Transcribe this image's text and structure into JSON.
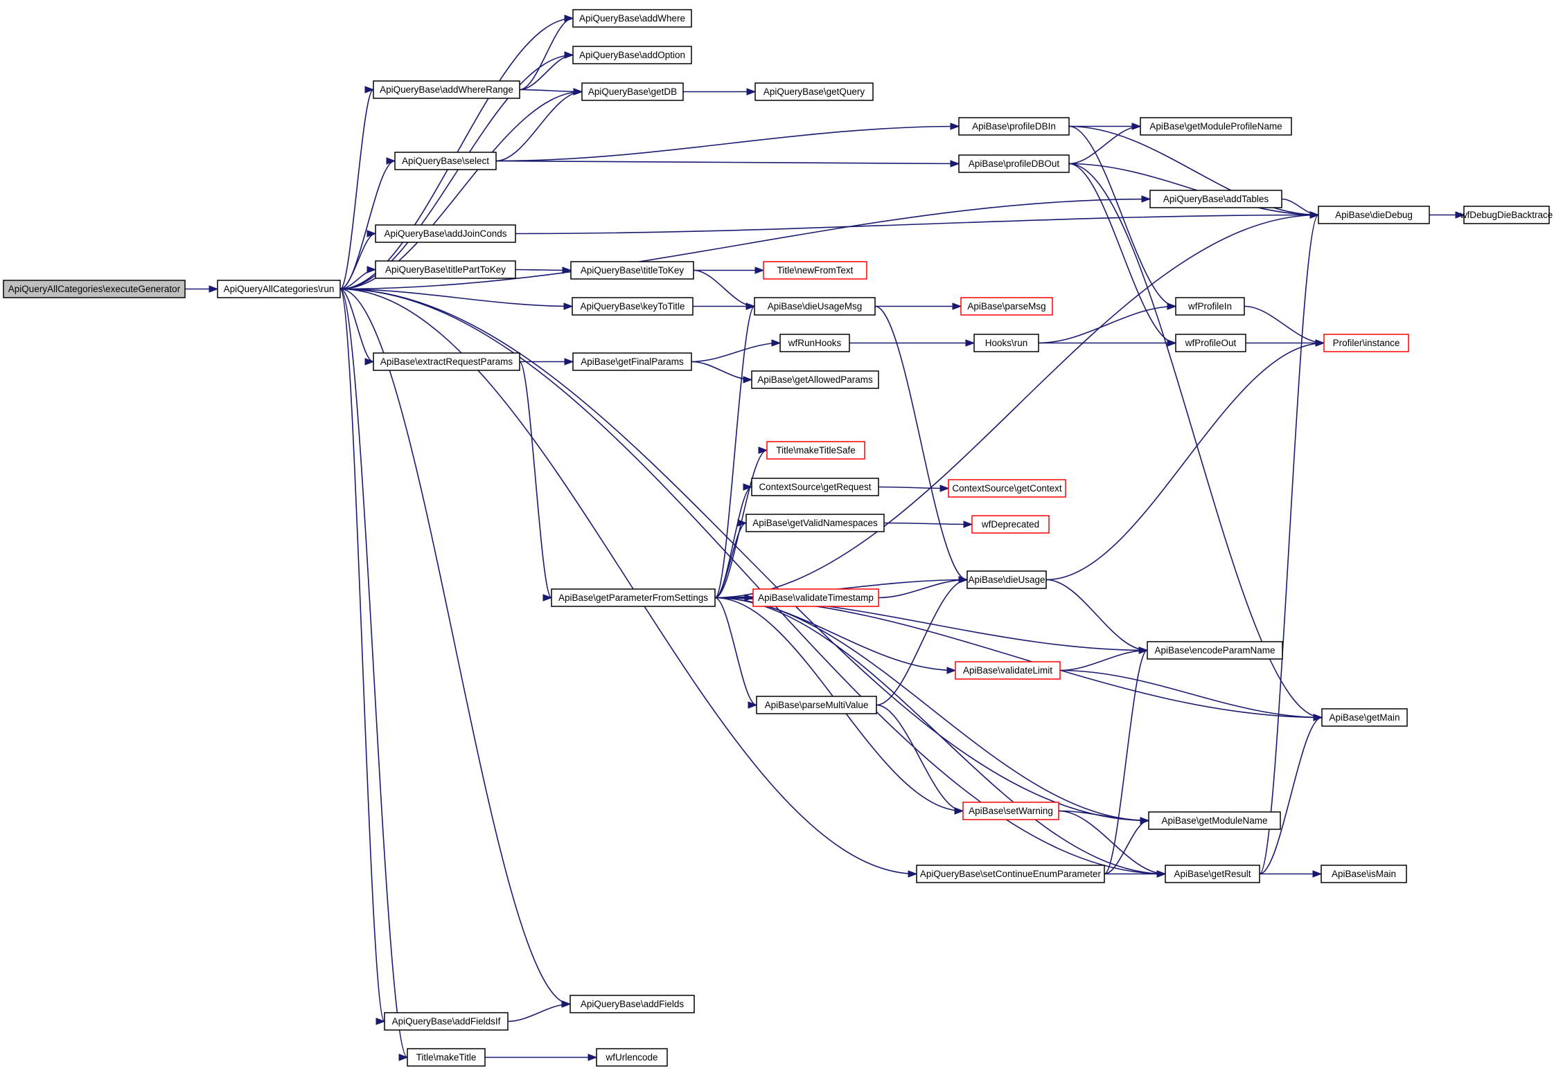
{
  "colors": {
    "edge": "#191970",
    "root_fill": "#bfbfbf",
    "linked_border": "#ff0000",
    "normal_border": "#000000"
  },
  "nodes": {
    "executeGenerator": {
      "label": "ApiQueryAllCategories\\executeGenerator",
      "kind": "root"
    },
    "run": {
      "label": "ApiQueryAllCategories\\run",
      "kind": "normal"
    },
    "addWhere": {
      "label": "ApiQueryBase\\addWhere",
      "kind": "normal"
    },
    "addOption": {
      "label": "ApiQueryBase\\addOption",
      "kind": "normal"
    },
    "addWhereRange": {
      "label": "ApiQueryBase\\addWhereRange",
      "kind": "normal"
    },
    "getDB": {
      "label": "ApiQueryBase\\getDB",
      "kind": "normal"
    },
    "getQuery": {
      "label": "ApiQueryBase\\getQuery",
      "kind": "normal"
    },
    "select": {
      "label": "ApiQueryBase\\select",
      "kind": "normal"
    },
    "profileDBIn": {
      "label": "ApiBase\\profileDBIn",
      "kind": "normal"
    },
    "getModuleProfileName": {
      "label": "ApiBase\\getModuleProfileName",
      "kind": "normal"
    },
    "profileDBOut": {
      "label": "ApiBase\\profileDBOut",
      "kind": "normal"
    },
    "addTables": {
      "label": "ApiQueryBase\\addTables",
      "kind": "normal"
    },
    "dieDebug": {
      "label": "ApiBase\\dieDebug",
      "kind": "normal"
    },
    "wfDebugDieBacktrace": {
      "label": "wfDebugDieBacktrace",
      "kind": "normal"
    },
    "addJoinConds": {
      "label": "ApiQueryBase\\addJoinConds",
      "kind": "normal"
    },
    "titlePartToKey": {
      "label": "ApiQueryBase\\titlePartToKey",
      "kind": "normal"
    },
    "titleToKey": {
      "label": "ApiQueryBase\\titleToKey",
      "kind": "normal"
    },
    "newFromText": {
      "label": "Title\\newFromText",
      "kind": "linked"
    },
    "keyToTitle": {
      "label": "ApiQueryBase\\keyToTitle",
      "kind": "normal"
    },
    "dieUsageMsg": {
      "label": "ApiBase\\dieUsageMsg",
      "kind": "normal"
    },
    "parseMsg": {
      "label": "ApiBase\\parseMsg",
      "kind": "linked"
    },
    "wfProfileIn": {
      "label": "wfProfileIn",
      "kind": "normal"
    },
    "extractRequestParams": {
      "label": "ApiBase\\extractRequestParams",
      "kind": "normal"
    },
    "getFinalParams": {
      "label": "ApiBase\\getFinalParams",
      "kind": "normal"
    },
    "wfRunHooks": {
      "label": "wfRunHooks",
      "kind": "normal"
    },
    "hooksRun": {
      "label": "Hooks\\run",
      "kind": "normal"
    },
    "wfProfileOut": {
      "label": "wfProfileOut",
      "kind": "normal"
    },
    "profilerInstance": {
      "label": "Profiler\\instance",
      "kind": "linked"
    },
    "getAllowedParams": {
      "label": "ApiBase\\getAllowedParams",
      "kind": "normal"
    },
    "makeTitleSafe": {
      "label": "Title\\makeTitleSafe",
      "kind": "linked"
    },
    "getRequest": {
      "label": "ContextSource\\getRequest",
      "kind": "normal"
    },
    "getContext": {
      "label": "ContextSource\\getContext",
      "kind": "linked"
    },
    "getValidNamespaces": {
      "label": "ApiBase\\getValidNamespaces",
      "kind": "normal"
    },
    "wfDeprecated": {
      "label": "wfDeprecated",
      "kind": "linked"
    },
    "dieUsage": {
      "label": "ApiBase\\dieUsage",
      "kind": "normal"
    },
    "getParameterFromSettings": {
      "label": "ApiBase\\getParameterFromSettings",
      "kind": "normal"
    },
    "validateTimestamp": {
      "label": "ApiBase\\validateTimestamp",
      "kind": "linked"
    },
    "encodeParamName": {
      "label": "ApiBase\\encodeParamName",
      "kind": "normal"
    },
    "validateLimit": {
      "label": "ApiBase\\validateLimit",
      "kind": "linked"
    },
    "parseMultiValue": {
      "label": "ApiBase\\parseMultiValue",
      "kind": "normal"
    },
    "getMain": {
      "label": "ApiBase\\getMain",
      "kind": "normal"
    },
    "setWarning": {
      "label": "ApiBase\\setWarning",
      "kind": "linked"
    },
    "getModuleName": {
      "label": "ApiBase\\getModuleName",
      "kind": "normal"
    },
    "setContinueEnumParameter": {
      "label": "ApiQueryBase\\setContinueEnumParameter",
      "kind": "normal"
    },
    "getResult": {
      "label": "ApiBase\\getResult",
      "kind": "normal"
    },
    "isMain": {
      "label": "ApiBase\\isMain",
      "kind": "normal"
    },
    "addFields": {
      "label": "ApiQueryBase\\addFields",
      "kind": "normal"
    },
    "addFieldsIf": {
      "label": "ApiQueryBase\\addFieldsIf",
      "kind": "normal"
    },
    "makeTitle": {
      "label": "Title\\makeTitle",
      "kind": "normal"
    },
    "wfUrlencode": {
      "label": "wfUrlencode",
      "kind": "normal"
    }
  },
  "edges": [
    [
      "executeGenerator",
      "run"
    ],
    [
      "run",
      "addWhere"
    ],
    [
      "run",
      "addOption"
    ],
    [
      "run",
      "addWhereRange"
    ],
    [
      "run",
      "getDB"
    ],
    [
      "run",
      "select"
    ],
    [
      "run",
      "addTables"
    ],
    [
      "run",
      "addJoinConds"
    ],
    [
      "run",
      "titlePartToKey"
    ],
    [
      "run",
      "keyToTitle"
    ],
    [
      "run",
      "extractRequestParams"
    ],
    [
      "run",
      "getModuleName"
    ],
    [
      "run",
      "setContinueEnumParameter"
    ],
    [
      "run",
      "getResult"
    ],
    [
      "run",
      "addFields"
    ],
    [
      "run",
      "addFieldsIf"
    ],
    [
      "run",
      "makeTitle"
    ],
    [
      "addWhereRange",
      "addWhere"
    ],
    [
      "addWhereRange",
      "addOption"
    ],
    [
      "addWhereRange",
      "getDB"
    ],
    [
      "getDB",
      "getQuery"
    ],
    [
      "select",
      "getDB"
    ],
    [
      "select",
      "profileDBIn"
    ],
    [
      "select",
      "profileDBOut"
    ],
    [
      "profileDBIn",
      "getModuleProfileName"
    ],
    [
      "profileDBIn",
      "dieDebug"
    ],
    [
      "profileDBIn",
      "wfProfileIn"
    ],
    [
      "profileDBOut",
      "getModuleProfileName"
    ],
    [
      "profileDBOut",
      "dieDebug"
    ],
    [
      "profileDBOut",
      "wfProfileOut"
    ],
    [
      "profileDBOut",
      "getMain"
    ],
    [
      "addTables",
      "dieDebug"
    ],
    [
      "addJoinConds",
      "dieDebug"
    ],
    [
      "dieDebug",
      "wfDebugDieBacktrace"
    ],
    [
      "titlePartToKey",
      "titleToKey"
    ],
    [
      "titleToKey",
      "newFromText"
    ],
    [
      "titleToKey",
      "dieUsageMsg"
    ],
    [
      "keyToTitle",
      "dieUsageMsg"
    ],
    [
      "dieUsageMsg",
      "parseMsg"
    ],
    [
      "dieUsageMsg",
      "dieUsage"
    ],
    [
      "extractRequestParams",
      "getFinalParams"
    ],
    [
      "extractRequestParams",
      "getParameterFromSettings"
    ],
    [
      "getFinalParams",
      "wfRunHooks"
    ],
    [
      "getFinalParams",
      "getAllowedParams"
    ],
    [
      "wfRunHooks",
      "hooksRun"
    ],
    [
      "hooksRun",
      "wfProfileIn"
    ],
    [
      "hooksRun",
      "wfProfileOut"
    ],
    [
      "wfProfileIn",
      "profilerInstance"
    ],
    [
      "wfProfileOut",
      "profilerInstance"
    ],
    [
      "getParameterFromSettings",
      "dieUsageMsg"
    ],
    [
      "getParameterFromSettings",
      "dieDebug"
    ],
    [
      "getParameterFromSettings",
      "makeTitleSafe"
    ],
    [
      "getParameterFromSettings",
      "getRequest"
    ],
    [
      "getParameterFromSettings",
      "getValidNamespaces"
    ],
    [
      "getParameterFromSettings",
      "dieUsage"
    ],
    [
      "getParameterFromSettings",
      "validateTimestamp"
    ],
    [
      "getParameterFromSettings",
      "encodeParamName"
    ],
    [
      "getParameterFromSettings",
      "validateLimit"
    ],
    [
      "getParameterFromSettings",
      "parseMultiValue"
    ],
    [
      "getParameterFromSettings",
      "getMain"
    ],
    [
      "getParameterFromSettings",
      "getModuleName"
    ],
    [
      "getParameterFromSettings",
      "setWarning"
    ],
    [
      "getParameterFromSettings",
      "getResult"
    ],
    [
      "getRequest",
      "getContext"
    ],
    [
      "getValidNamespaces",
      "wfDeprecated"
    ],
    [
      "validateTimestamp",
      "dieUsage"
    ],
    [
      "dieUsage",
      "profilerInstance"
    ],
    [
      "dieUsage",
      "encodeParamName"
    ],
    [
      "validateLimit",
      "encodeParamName"
    ],
    [
      "validateLimit",
      "getMain"
    ],
    [
      "parseMultiValue",
      "dieUsage"
    ],
    [
      "parseMultiValue",
      "setWarning"
    ],
    [
      "setWarning",
      "getModuleName"
    ],
    [
      "setWarning",
      "getResult"
    ],
    [
      "setContinueEnumParameter",
      "encodeParamName"
    ],
    [
      "setContinueEnumParameter",
      "getModuleName"
    ],
    [
      "setContinueEnumParameter",
      "getResult"
    ],
    [
      "getResult",
      "isMain"
    ],
    [
      "getResult",
      "getMain"
    ],
    [
      "getResult",
      "dieDebug"
    ],
    [
      "addFieldsIf",
      "addFields"
    ],
    [
      "makeTitle",
      "wfUrlencode"
    ]
  ]
}
